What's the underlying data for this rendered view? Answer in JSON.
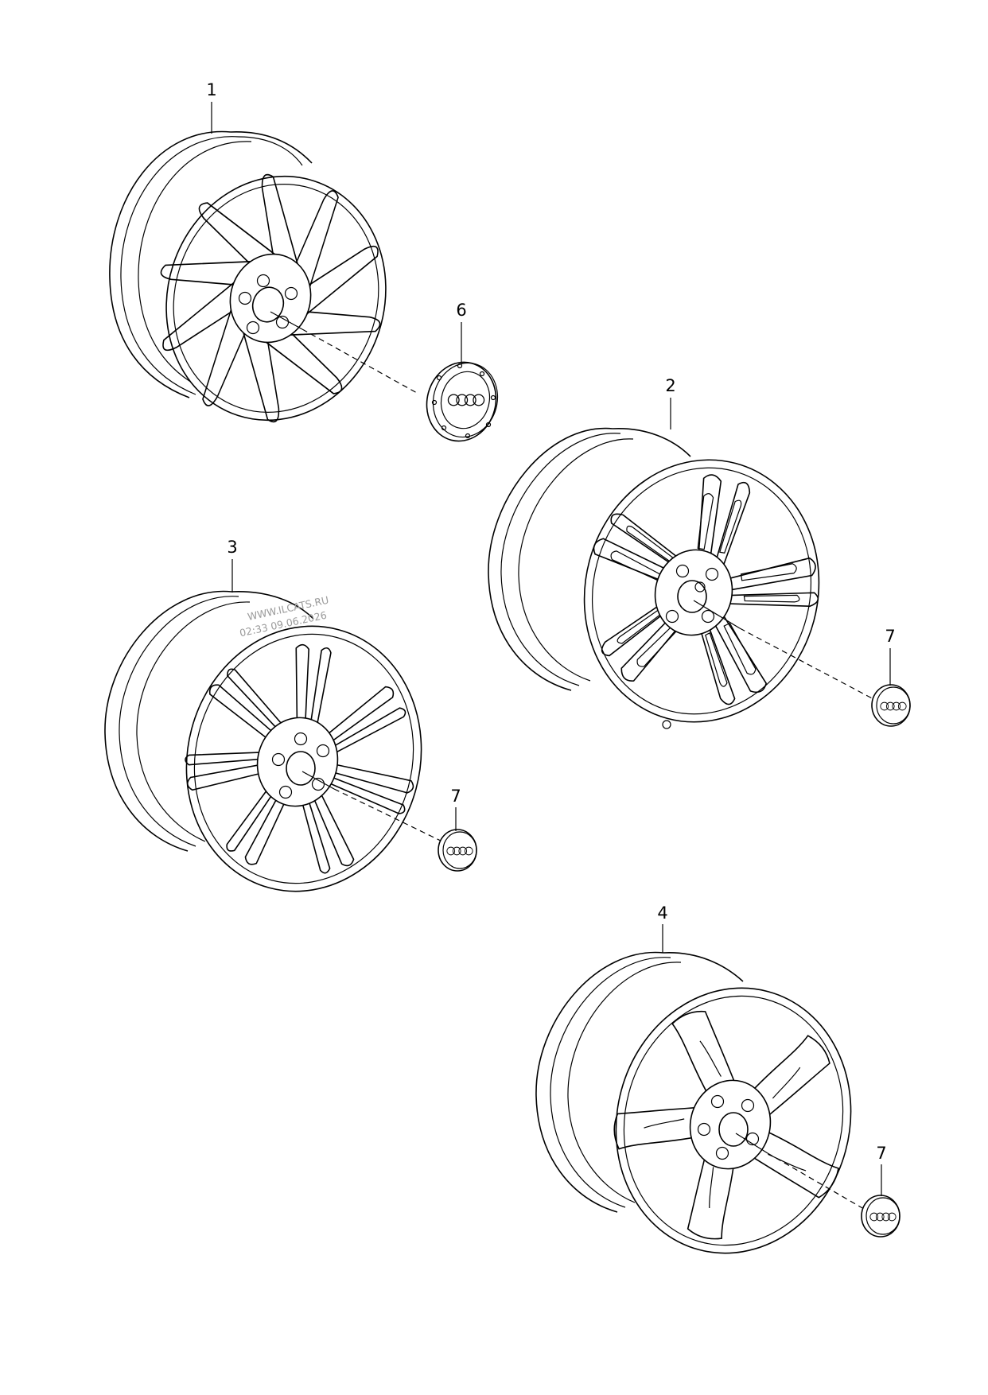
{
  "callouts": {
    "c1": "1",
    "c2": "2",
    "c3": "3",
    "c4": "4",
    "c6": "6",
    "c7a": "7",
    "c7b": "7",
    "c7c": "7"
  },
  "watermark": {
    "line1": "WWW.ILCATS.RU",
    "line2": "02:33 09.06.2026"
  },
  "icons": {
    "cap_logo": "four-rings-logo"
  }
}
